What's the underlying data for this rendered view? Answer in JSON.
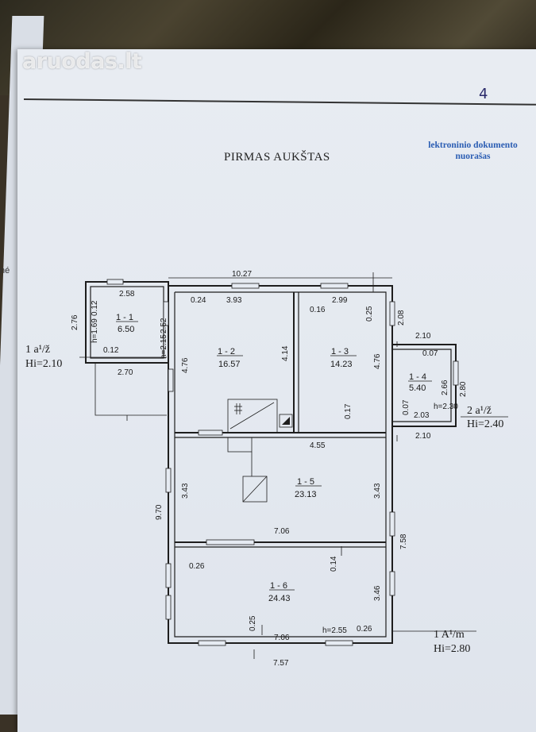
{
  "watermark": "aruodas.lt",
  "page_number": "4",
  "title": "PIRMAS AUKŠTAS",
  "stamp": {
    "line1": "lektroninio dokumento",
    "line2": "nuorašas"
  },
  "side_mark": "né",
  "labels": {
    "left_top": "1 a¹/ž",
    "left_bottom": "Hi=2.10",
    "right_top": "2 a¹/ž",
    "right_bottom": "Hi=2.40",
    "main_top": "1 A¹/m",
    "main_bottom": "Hi=2.80"
  },
  "rooms": [
    {
      "id": "1 - 1",
      "area": "6.50"
    },
    {
      "id": "1 - 2",
      "area": "16.57"
    },
    {
      "id": "1 - 3",
      "area": "14.23"
    },
    {
      "id": "1 - 4",
      "area": "5.40"
    },
    {
      "id": "1 - 5",
      "area": "23.13"
    },
    {
      "id": "1 - 6",
      "area": "24.43"
    }
  ],
  "dimensions": {
    "overall_width": "10.27",
    "r11_width": "2.58",
    "r11_height": "2.76",
    "r11_inner_a": "0.12",
    "r11_inner_b": "0.12",
    "r11_h": "h=1.69",
    "r11_bottom": "2.70",
    "r12_left_a": "0.24",
    "r12_width": "3.93",
    "r12_wall": "2.52",
    "r12_h": "h=2.15",
    "r12_height": "4.76",
    "r12_right": "4.14",
    "r13_left": "0.16",
    "r13_width": "2.99",
    "r13_top": "0.25",
    "r13_right": "2.08",
    "r13_height": "4.76",
    "r13_bottom": "0.17",
    "r14_top": "2.10",
    "r14_inner": "0.07",
    "r14_side": "2.66",
    "r14_outer": "2.80",
    "r14_h": "h=2.30",
    "r14_wall": "0.07",
    "r14_bottom": "2.03",
    "r14_outer_bottom": "2.10",
    "r15_top": "4.55",
    "r15_left": "3.43",
    "r15_right": "3.43",
    "total_left": "9.70",
    "r15_bottom": "7.06",
    "right_total": "7.58",
    "r16_left": "0.26",
    "r16_wall": "0.14",
    "r16_right": "3.46",
    "r16_bottom_left": "0.25",
    "r16_width": "7.06",
    "r16_h": "h=2.55",
    "r16_right_small": "0.26",
    "bottom_width": "7.57"
  }
}
